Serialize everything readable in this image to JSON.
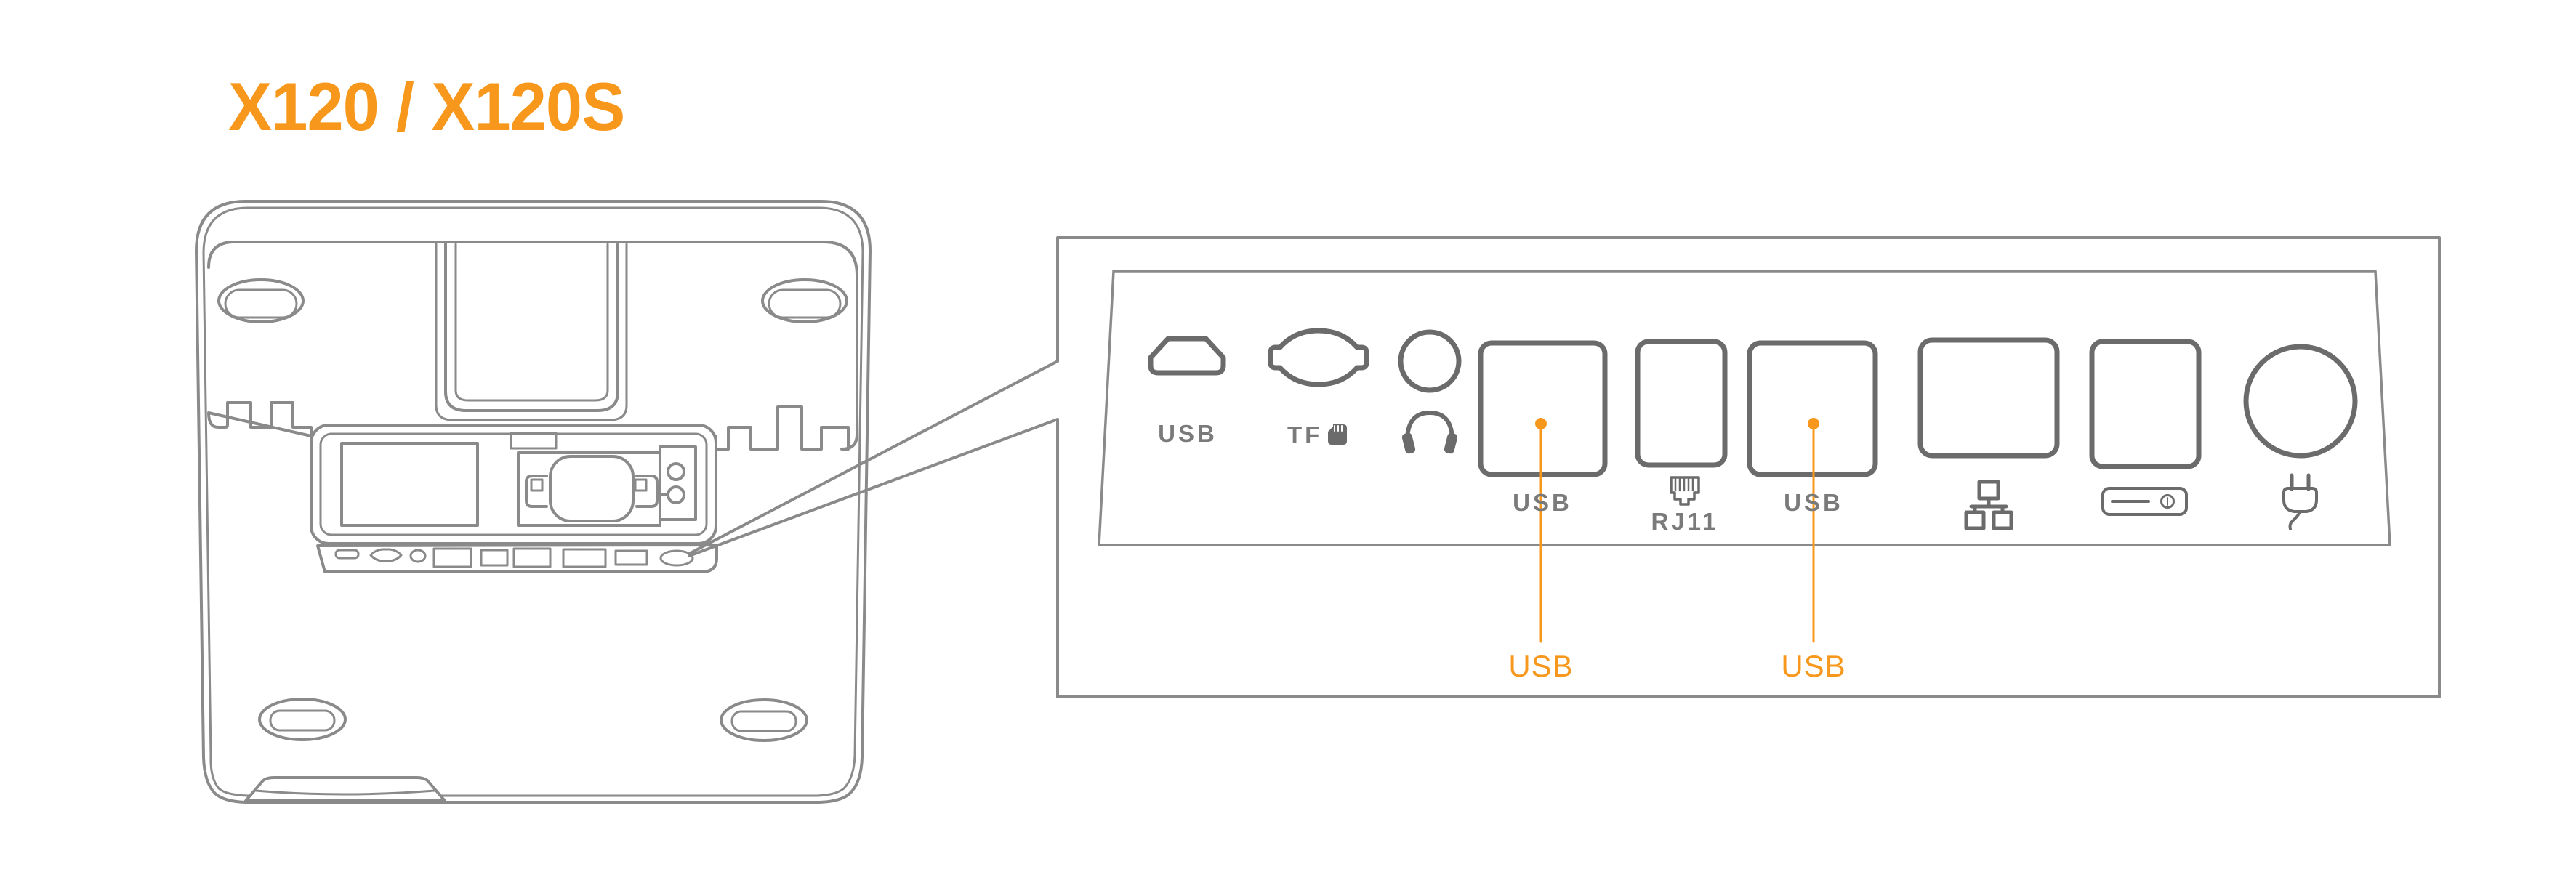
{
  "title": "X120 / X120S",
  "colors": {
    "accent": "#F7981C",
    "device_line": "#8A8A8A",
    "port_line": "#6B6B6B",
    "label_gray": "#7A7A7A"
  },
  "panel": {
    "labels": {
      "micro_usb": "USB",
      "tf": "TF",
      "usb1": "USB",
      "rj11": "RJ11",
      "usb2": "USB"
    },
    "callouts": {
      "usb1": "USB",
      "usb2": "USB"
    }
  },
  "icons": {
    "tf": "microsd-card-icon",
    "headphone": "headphones-icon",
    "rj11": "rj11-plug-icon",
    "lan": "ethernet-icon",
    "cash_drawer": "cash-drawer-icon",
    "power": "power-plug-icon"
  }
}
